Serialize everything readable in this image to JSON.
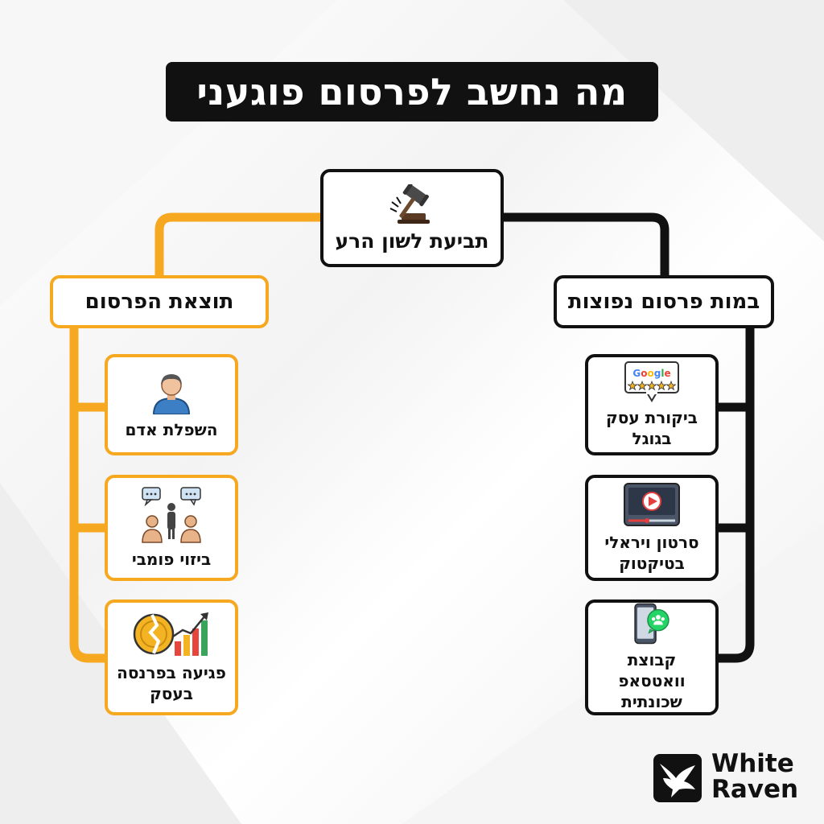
{
  "title": "מה נחשב לפרסום פוגעני",
  "root": {
    "label": "תביעת לשון הרע",
    "icon": "gavel-icon"
  },
  "left_branch": {
    "label": "תוצאת הפרסום",
    "color": "#F6A821",
    "items": [
      {
        "label": "השפלת אדם",
        "icon": "person-icon"
      },
      {
        "label": "ביזוי פומבי",
        "icon": "gossip-people-icon"
      },
      {
        "label": "פגיעה בפרנסה בעסק",
        "icon": "broken-coin-chart-icon"
      }
    ]
  },
  "right_branch": {
    "label": "במות פרסום נפוצות",
    "color": "#111111",
    "items": [
      {
        "label": "ביקורת עסק בגוגל",
        "icon": "google-review-icon",
        "badge": "Google"
      },
      {
        "label": "סרטון ויראלי בטיקטוק",
        "icon": "video-player-icon"
      },
      {
        "label": "קבוצת וואטסאפ שכונתית",
        "icon": "whatsapp-phone-icon"
      }
    ]
  },
  "brand": {
    "line1": "White",
    "line2": "Raven",
    "icon": "raven-logo-icon"
  }
}
